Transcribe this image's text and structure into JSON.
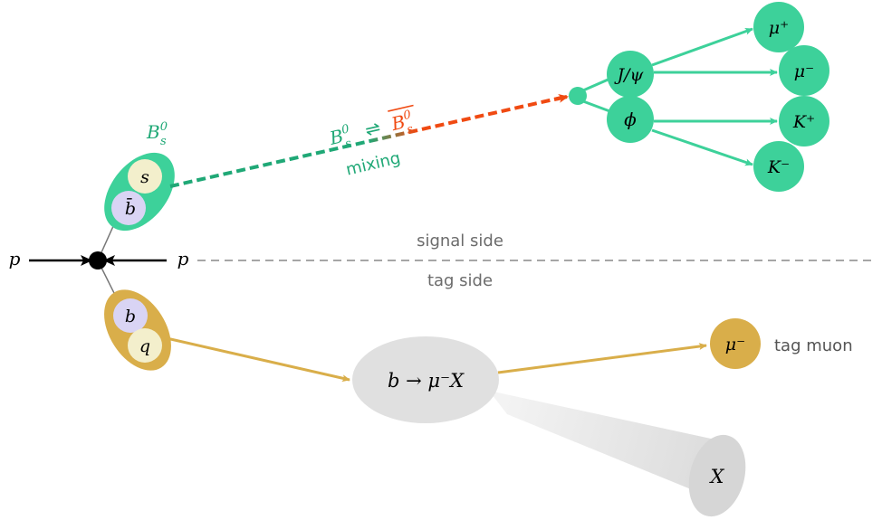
{
  "colors": {
    "green": "#3DD19A",
    "green_dark": "#1FA876",
    "orange_red": "#F04A12",
    "gold": "#D9AE4A",
    "cream": "#F3EFCC",
    "lavender": "#D9D4F4",
    "gray_blob": "#E0E0E0",
    "gray_text": "#6B6B6B",
    "black": "#000000"
  },
  "beam": {
    "left_label": "p",
    "right_label": "p"
  },
  "signal_side": {
    "meson_label_base": "B",
    "meson_label_sub": "s",
    "meson_label_sup": "0",
    "quark_top": "s",
    "quark_bottom": "b̄",
    "mixing_label": "mixing",
    "mixing_left": "B",
    "mixing_left_sub": "s",
    "mixing_left_sup": "0",
    "mixing_arrows": "⇌",
    "mixing_right": "B",
    "mixing_right_sub": "s",
    "mixing_right_sup": "0"
  },
  "divider": {
    "signal_label": "signal side",
    "tag_label": "tag side"
  },
  "decay": {
    "jpsi": "J/ψ",
    "phi": "ϕ",
    "mu_plus": "μ⁺",
    "mu_minus": "μ⁻",
    "k_plus": "K⁺",
    "k_minus": "K⁻"
  },
  "tag_side": {
    "quark_top": "b",
    "quark_bottom": "q",
    "semileptonic": "b → μ⁻X",
    "tag_muon_symbol": "μ⁻",
    "tag_muon_label": "tag muon",
    "x_label": "X"
  }
}
